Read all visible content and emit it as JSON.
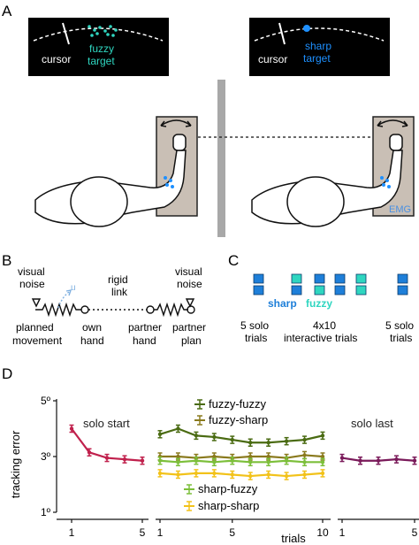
{
  "panels": {
    "a": "A",
    "b": "B",
    "c": "C",
    "d": "D"
  },
  "panel_a": {
    "left_screen": {
      "cursor": "cursor",
      "target_line1": "fuzzy",
      "target_line2": "target"
    },
    "right_screen": {
      "cursor": "cursor",
      "target_line1": "sharp",
      "target_line2": "target"
    },
    "emg": "EMG",
    "colors": {
      "fuzzy": "#2fd6c0",
      "sharp": "#1e90ff",
      "screen": "#000000",
      "handle": "#c9bfb5"
    }
  },
  "panel_b": {
    "visual_noise_left_1": "visual",
    "visual_noise_left_2": "noise",
    "u": "u",
    "rigid_1": "rigid",
    "rigid_2": "link",
    "visual_noise_right_1": "visual",
    "visual_noise_right_2": "noise",
    "planned_1": "planned",
    "planned_2": "movement",
    "own_1": "own",
    "own_2": "hand",
    "partner_hand_1": "partner",
    "partner_hand_2": "hand",
    "partner_plan_1": "partner",
    "partner_plan_2": "plan"
  },
  "panel_c": {
    "sharp": "sharp",
    "fuzzy": "fuzzy",
    "solo_left_1": "5 solo",
    "solo_left_2": "trials",
    "interactive_1": "4x10",
    "interactive_2": "interactive trials",
    "solo_right_1": "5 solo",
    "solo_right_2": "trials",
    "colors": {
      "sharp": "#1e7fd9",
      "fuzzy": "#2fd6c0"
    }
  },
  "chart_data": {
    "type": "line",
    "ylabel": "tracking error",
    "xlabel": "trials",
    "y_ticks": [
      "1º",
      "3º",
      "5º"
    ],
    "ylim": [
      1,
      5
    ],
    "segments": [
      {
        "name": "solo start",
        "x_ticks": [
          "1",
          "5"
        ],
        "series": [
          {
            "name": "",
            "color": "#c0204c",
            "x": [
              1,
              2,
              3,
              4,
              5
            ],
            "y": [
              4.0,
              3.15,
              2.95,
              2.9,
              2.85
            ]
          }
        ]
      },
      {
        "name": "interactive",
        "x_ticks": [
          "1",
          "5",
          "10"
        ],
        "legend_top": [
          "fuzzy-fuzzy",
          "fuzzy-sharp"
        ],
        "legend_bottom": [
          "sharp-fuzzy",
          "sharp-sharp"
        ],
        "series": [
          {
            "name": "fuzzy-fuzzy",
            "color": "#4a6b12",
            "x": [
              1,
              2,
              3,
              4,
              5,
              6,
              7,
              8,
              9,
              10
            ],
            "y": [
              3.8,
              4.0,
              3.75,
              3.7,
              3.6,
              3.5,
              3.5,
              3.55,
              3.6,
              3.75
            ]
          },
          {
            "name": "fuzzy-sharp",
            "color": "#8a7a1e",
            "x": [
              1,
              2,
              3,
              4,
              5,
              6,
              7,
              8,
              9,
              10
            ],
            "y": [
              3.0,
              3.0,
              2.95,
              3.0,
              2.95,
              3.0,
              3.0,
              2.95,
              3.05,
              3.0
            ]
          },
          {
            "name": "sharp-fuzzy",
            "color": "#7cbf3a",
            "x": [
              1,
              2,
              3,
              4,
              5,
              6,
              7,
              8,
              9,
              10
            ],
            "y": [
              2.85,
              2.8,
              2.85,
              2.8,
              2.85,
              2.8,
              2.8,
              2.85,
              2.8,
              2.8
            ]
          },
          {
            "name": "sharp-sharp",
            "color": "#f2c21a",
            "x": [
              1,
              2,
              3,
              4,
              5,
              6,
              7,
              8,
              9,
              10
            ],
            "y": [
              2.4,
              2.35,
              2.4,
              2.4,
              2.35,
              2.3,
              2.35,
              2.3,
              2.35,
              2.4
            ]
          }
        ]
      },
      {
        "name": "solo last",
        "x_ticks": [
          "1",
          "5"
        ],
        "series": [
          {
            "name": "",
            "color": "#7a1a5a",
            "x": [
              1,
              2,
              3,
              4,
              5
            ],
            "y": [
              2.95,
              2.85,
              2.85,
              2.9,
              2.85
            ]
          }
        ]
      }
    ]
  }
}
